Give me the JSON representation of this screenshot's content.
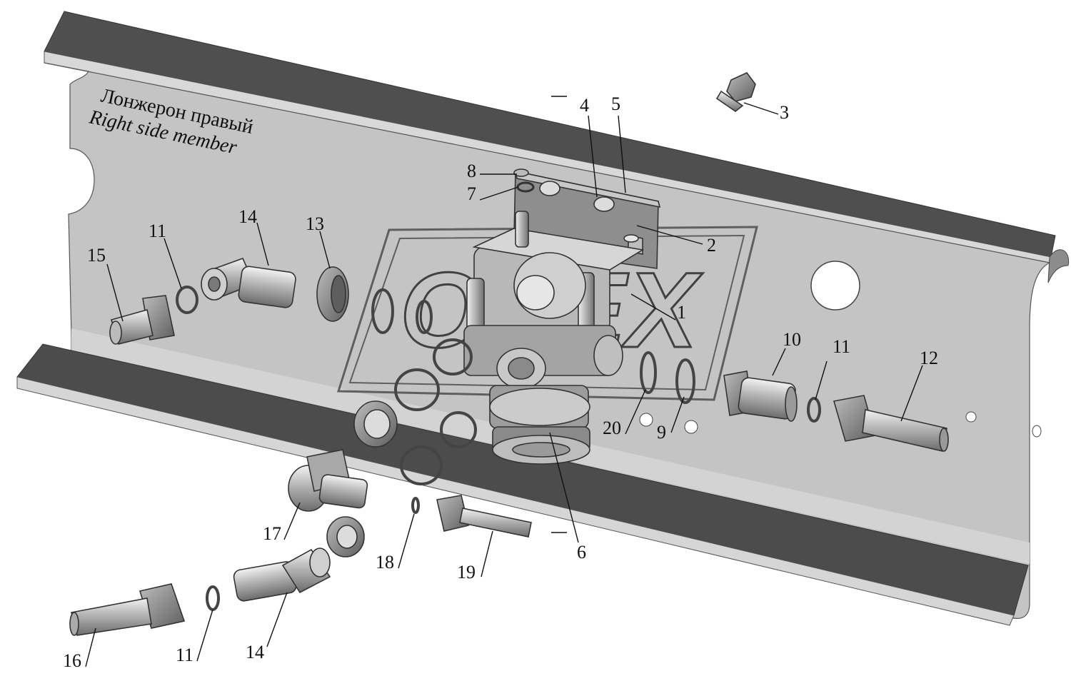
{
  "captions": {
    "rail_ru": "Лонжерон правый",
    "rail_en": "Right side member"
  },
  "watermark": "OPEX",
  "labels": {
    "p1": "1",
    "p2": "2",
    "p3": "3",
    "p4": "4",
    "p5": "5",
    "p6": "6",
    "p7": "7",
    "p8": "8",
    "p9": "9",
    "p10": "10",
    "p11a": "11",
    "p11b": "11",
    "p11c": "11",
    "p12": "12",
    "p13": "13",
    "p14a": "14",
    "p14b": "14",
    "p15": "15",
    "p16": "16",
    "p17": "17",
    "p18": "18",
    "p19": "19",
    "p20": "20"
  },
  "colors": {
    "rail_face": "#c4c4c4",
    "rail_flange": "#505050",
    "part_light": "#dcdcdc",
    "part_mid": "#a8a8a8",
    "part_dark": "#6a6a6a"
  }
}
